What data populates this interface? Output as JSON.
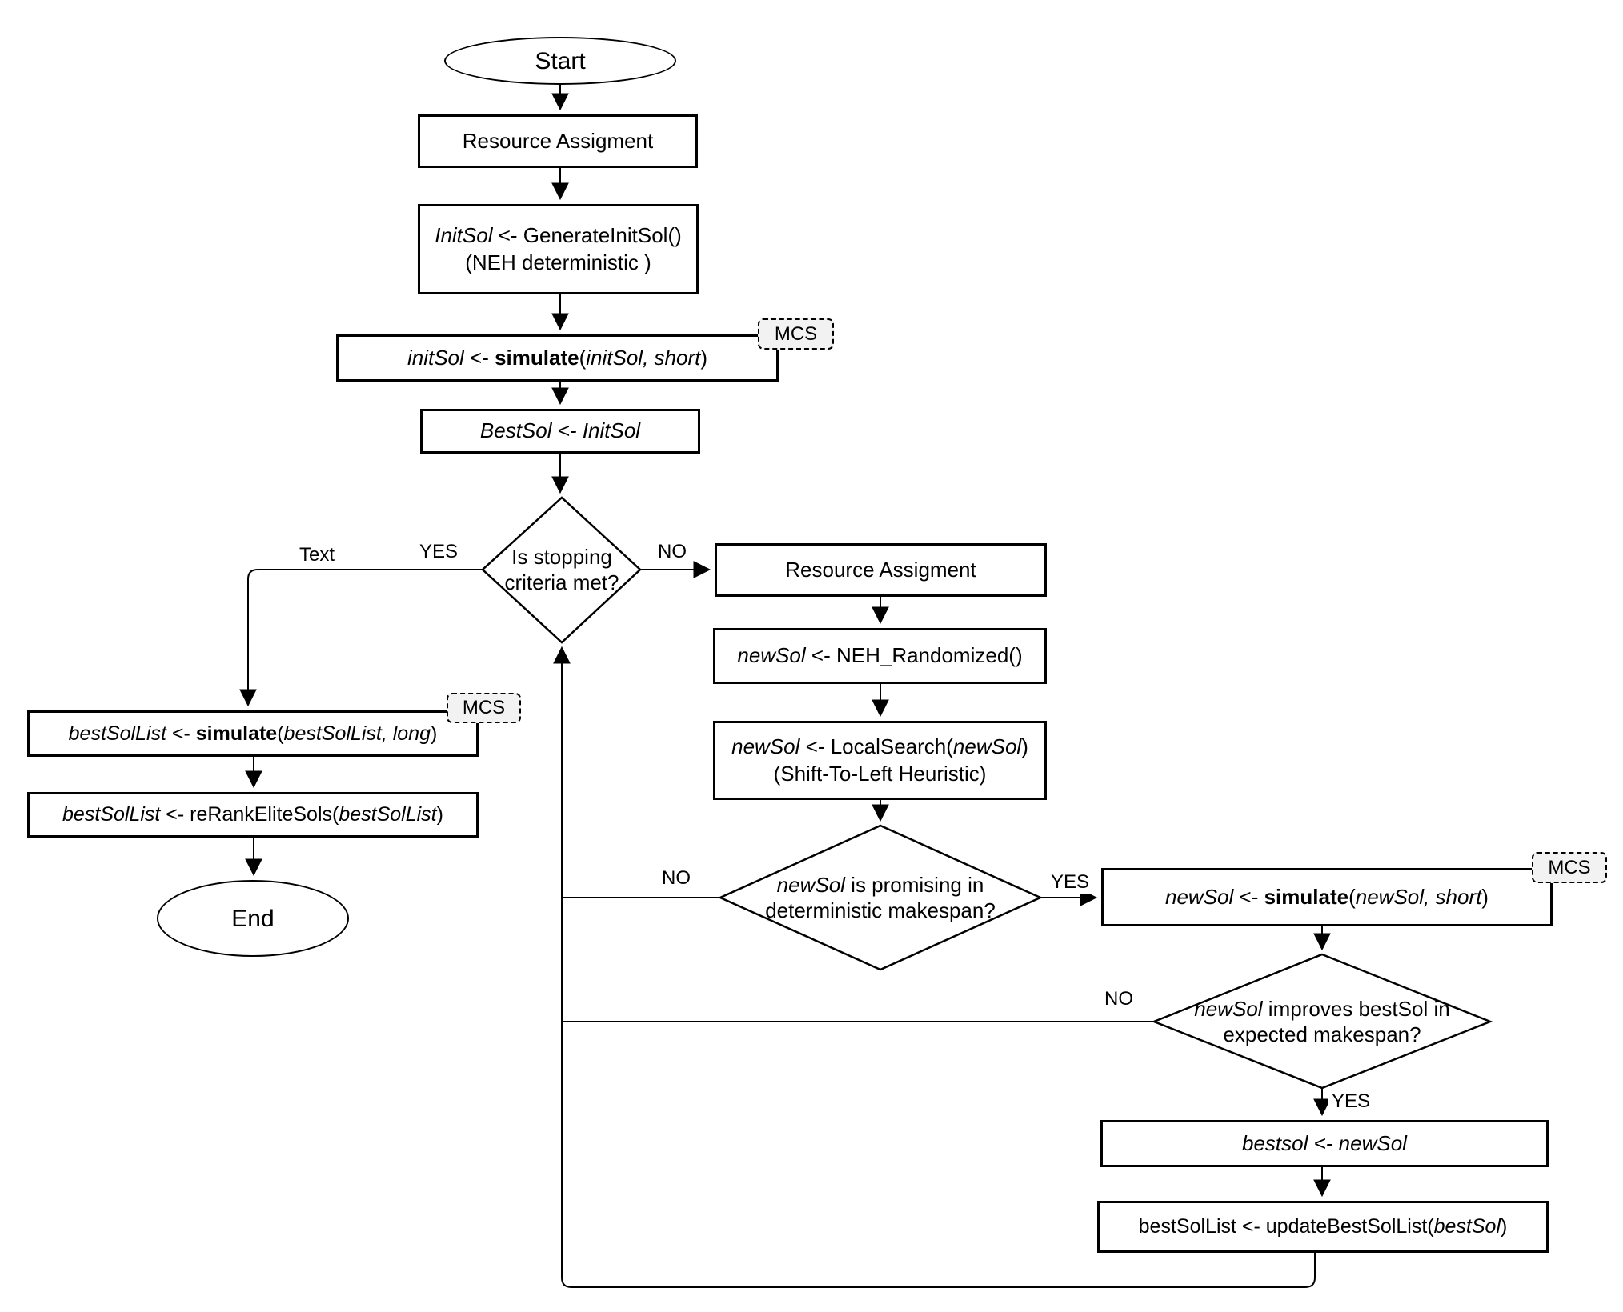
{
  "diagram_type": "flowchart",
  "colors": {
    "stroke": "#000000",
    "node_fill": "#ffffff",
    "mcs_fill": "#f2f2f2"
  },
  "nodes": {
    "start": {
      "text": "Start"
    },
    "end": {
      "text": "End"
    },
    "resource1": {
      "lines": [
        [
          {
            "t": "Resource Assigment",
            "s": ""
          }
        ]
      ]
    },
    "generate": {
      "lines": [
        [
          {
            "t": "InitSol",
            "s": "i"
          },
          {
            "t": " <- GenerateInitSol()",
            "s": ""
          }
        ],
        [
          {
            "t": "(NEH deterministic )",
            "s": ""
          }
        ]
      ]
    },
    "simulate1": {
      "lines": [
        [
          {
            "t": "initSol",
            "s": "i"
          },
          {
            "t": " <- ",
            "s": ""
          },
          {
            "t": "simulate",
            "s": "b"
          },
          {
            "t": "(",
            "s": ""
          },
          {
            "t": "initSol, short",
            "s": "i"
          },
          {
            "t": ")",
            "s": ""
          }
        ]
      ]
    },
    "bestsol_init": {
      "lines": [
        [
          {
            "t": "BestSol <- InitSol",
            "s": "i"
          }
        ]
      ]
    },
    "stop_diamond": {
      "lines": [
        [
          {
            "t": "Is stopping",
            "s": ""
          }
        ],
        [
          {
            "t": "criteria met?",
            "s": ""
          }
        ]
      ]
    },
    "simulate_long": {
      "lines": [
        [
          {
            "t": "bestSolList",
            "s": "i"
          },
          {
            "t": " <- ",
            "s": ""
          },
          {
            "t": "simulate",
            "s": "b"
          },
          {
            "t": "(",
            "s": ""
          },
          {
            "t": "bestSolList, long",
            "s": "i"
          },
          {
            "t": ")",
            "s": ""
          }
        ]
      ]
    },
    "rerank": {
      "lines": [
        [
          {
            "t": "bestSolList",
            "s": "i"
          },
          {
            "t": " <- reRankEliteSols(",
            "s": ""
          },
          {
            "t": "bestSolList",
            "s": "i"
          },
          {
            "t": ")",
            "s": ""
          }
        ]
      ]
    },
    "resource2": {
      "lines": [
        [
          {
            "t": "Resource Assigment",
            "s": ""
          }
        ]
      ]
    },
    "neh_random": {
      "lines": [
        [
          {
            "t": "newSol",
            "s": "i"
          },
          {
            "t": " <- NEH_Randomized()",
            "s": ""
          }
        ]
      ]
    },
    "localsearch": {
      "lines": [
        [
          {
            "t": "newSol",
            "s": "i"
          },
          {
            "t": " <- LocalSearch(",
            "s": ""
          },
          {
            "t": "newSol",
            "s": "i"
          },
          {
            "t": ")",
            "s": ""
          }
        ],
        [
          {
            "t": "(Shift-To-Left Heuristic)",
            "s": ""
          }
        ]
      ]
    },
    "promising_diamond": {
      "lines": [
        [
          {
            "t": "newSol",
            "s": "i"
          },
          {
            "t": " is promising in",
            "s": ""
          }
        ],
        [
          {
            "t": "deterministic makespan?",
            "s": ""
          }
        ]
      ]
    },
    "simulate2": {
      "lines": [
        [
          {
            "t": "newSol",
            "s": "i"
          },
          {
            "t": " <- ",
            "s": ""
          },
          {
            "t": "simulate",
            "s": "b"
          },
          {
            "t": "(",
            "s": ""
          },
          {
            "t": "newSol, short",
            "s": "i"
          },
          {
            "t": ")",
            "s": ""
          }
        ]
      ]
    },
    "improves_diamond": {
      "lines": [
        [
          {
            "t": "newSol",
            "s": "i"
          },
          {
            "t": " improves bestSol in",
            "s": ""
          }
        ],
        [
          {
            "t": "expected makespan?",
            "s": ""
          }
        ]
      ]
    },
    "assign_best": {
      "lines": [
        [
          {
            "t": "bestsol <- newSol",
            "s": "i"
          }
        ]
      ]
    },
    "update_list": {
      "lines": [
        [
          {
            "t": "bestSolList <- updateBestSolList(",
            "s": ""
          },
          {
            "t": "bestSol",
            "s": "i"
          },
          {
            "t": ")",
            "s": ""
          }
        ]
      ]
    }
  },
  "labels": {
    "text_label": "Text",
    "yes_stop": "YES",
    "no_stop": "NO",
    "no_promising": "NO",
    "yes_promising": "YES",
    "no_improves": "NO",
    "yes_improves": "YES",
    "mcs1": "MCS",
    "mcs2": "MCS",
    "mcs3": "MCS"
  }
}
